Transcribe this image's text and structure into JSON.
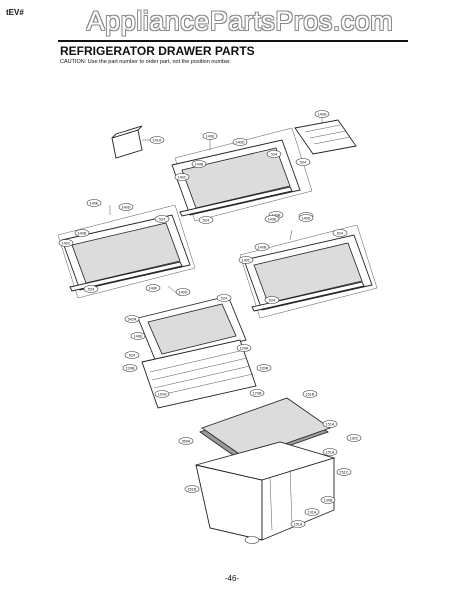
{
  "header": {
    "corner_code": "tEV#",
    "watermark": "AppliancePartsPros.com",
    "title": "REFRIGERATOR DRAWER PARTS",
    "caution": "CAUTION: Use the part number to order part, not the position number."
  },
  "footer": {
    "page_number": "-46-"
  },
  "diagram": {
    "callouts": [
      "141A",
      "140A",
      "140E",
      "140D",
      "140B",
      "140C",
      "524",
      "524",
      "524",
      "140B",
      "140C",
      "140E",
      "140D",
      "140B",
      "140C",
      "524",
      "524",
      "140E",
      "140D",
      "140B",
      "140C",
      "524",
      "524",
      "140F",
      "140D",
      "524",
      "542A",
      "140E",
      "524",
      "120B",
      "120A",
      "120R",
      "120H",
      "170B",
      "151B",
      "151A",
      "130C",
      "350A",
      "151A",
      "151C",
      "151B",
      "130B",
      "131A",
      "151A"
    ]
  }
}
